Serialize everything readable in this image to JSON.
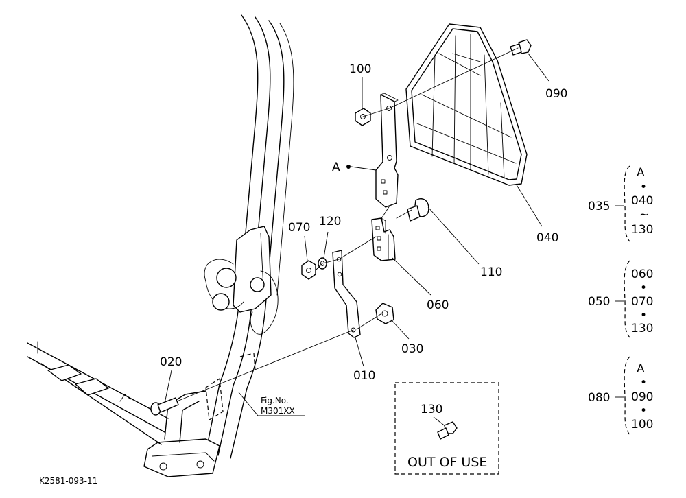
{
  "diagram_id": "K2581-093-11",
  "fig_ref": {
    "line1": "Fig.No.",
    "line2": "M301XX"
  },
  "ref_marker": "A",
  "bullet": "•",
  "tilde": "~",
  "callouts": {
    "c010": "010",
    "c020": "020",
    "c030": "030",
    "c040": "040",
    "c060": "060",
    "c070": "070",
    "c090": "090",
    "c100": "100",
    "c110": "110",
    "c120": "120",
    "c130": "130"
  },
  "groups": {
    "g035": {
      "label": "035",
      "top": "A",
      "mid": "040",
      "bottom": "130"
    },
    "g050": {
      "label": "050",
      "top": "060",
      "mid": "070",
      "bottom": "130"
    },
    "g080": {
      "label": "080",
      "top": "A",
      "mid": "090",
      "bottom": "100"
    }
  },
  "out_of_use": {
    "part": "130",
    "caption": "OUT OF USE"
  }
}
